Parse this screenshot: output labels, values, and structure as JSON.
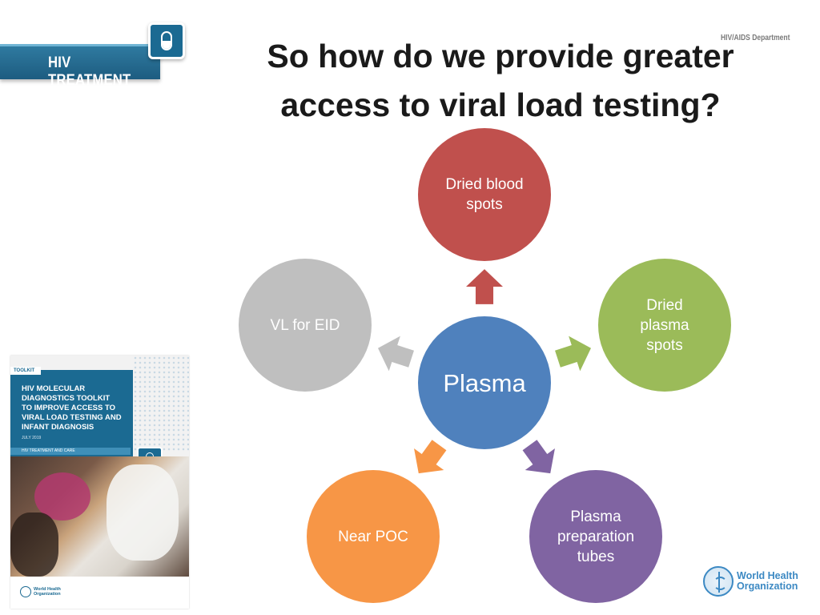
{
  "header": {
    "banner_label": "HIV TREATMENT",
    "banner_icon": "capsule-icon",
    "department": "HIV/AIDS Department"
  },
  "title": "So how do we provide greater access to viral load testing?",
  "diagram": {
    "center": {
      "label": "Plasma",
      "color": "#4f81bd"
    },
    "nodes": [
      {
        "id": "dbs",
        "label": "Dried blood\nspots",
        "color": "#c0504d"
      },
      {
        "id": "dps",
        "label": "Dried\nplasma\nspots",
        "color": "#9bbb59"
      },
      {
        "id": "ppt",
        "label": "Plasma\npreparation\ntubes",
        "color": "#8064a2"
      },
      {
        "id": "poc",
        "label": "Near POC",
        "color": "#f79646"
      },
      {
        "id": "eid",
        "label": "VL for EID",
        "color": "#bfbfbf"
      }
    ]
  },
  "toolkit_cover": {
    "tag": "TOOLKIT",
    "title": "HIV MOLECULAR\nDIAGNOSTICS TOOLKIT\nTO IMPROVE ACCESS TO\nVIRAL LOAD TESTING AND\nINFANT DIAGNOSIS",
    "date": "JULY 2019",
    "strip": "HIV TREATMENT AND CARE",
    "footer_org": "World Health\nOrganization"
  },
  "who_logo": {
    "text": "World Health\nOrganization",
    "color": "#3c89c3"
  }
}
